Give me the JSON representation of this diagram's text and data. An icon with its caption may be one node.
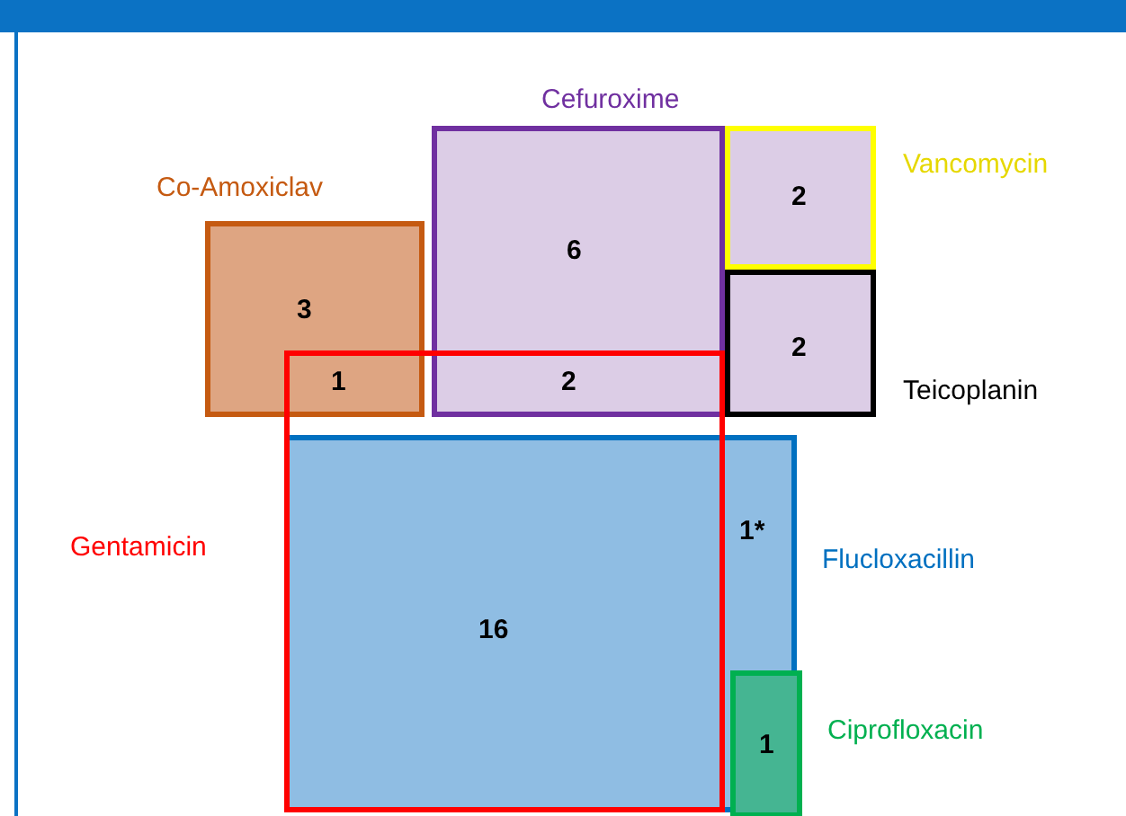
{
  "diagram": {
    "nodes": [
      {
        "text": [
          "Cefuroxime",
          "6"
        ]
      },
      {
        "text": [
          "Vancomycin",
          "2"
        ]
      },
      {
        "text": [
          "Co-Amoxiclav",
          "3"
        ]
      },
      {
        "text": [
          "Teicoplanin",
          "2"
        ]
      },
      {
        "text": [
          "Gentamicin"
        ]
      },
      {
        "text": [
          "Flucloxacillin",
          "1*"
        ]
      },
      {
        "text": [
          "Ciprofloxacin",
          "1"
        ],
        "in": 5
      }
    ],
    "edges": [],
    "labels": [
      "1",
      "2",
      "16"
    ]
  }
}
